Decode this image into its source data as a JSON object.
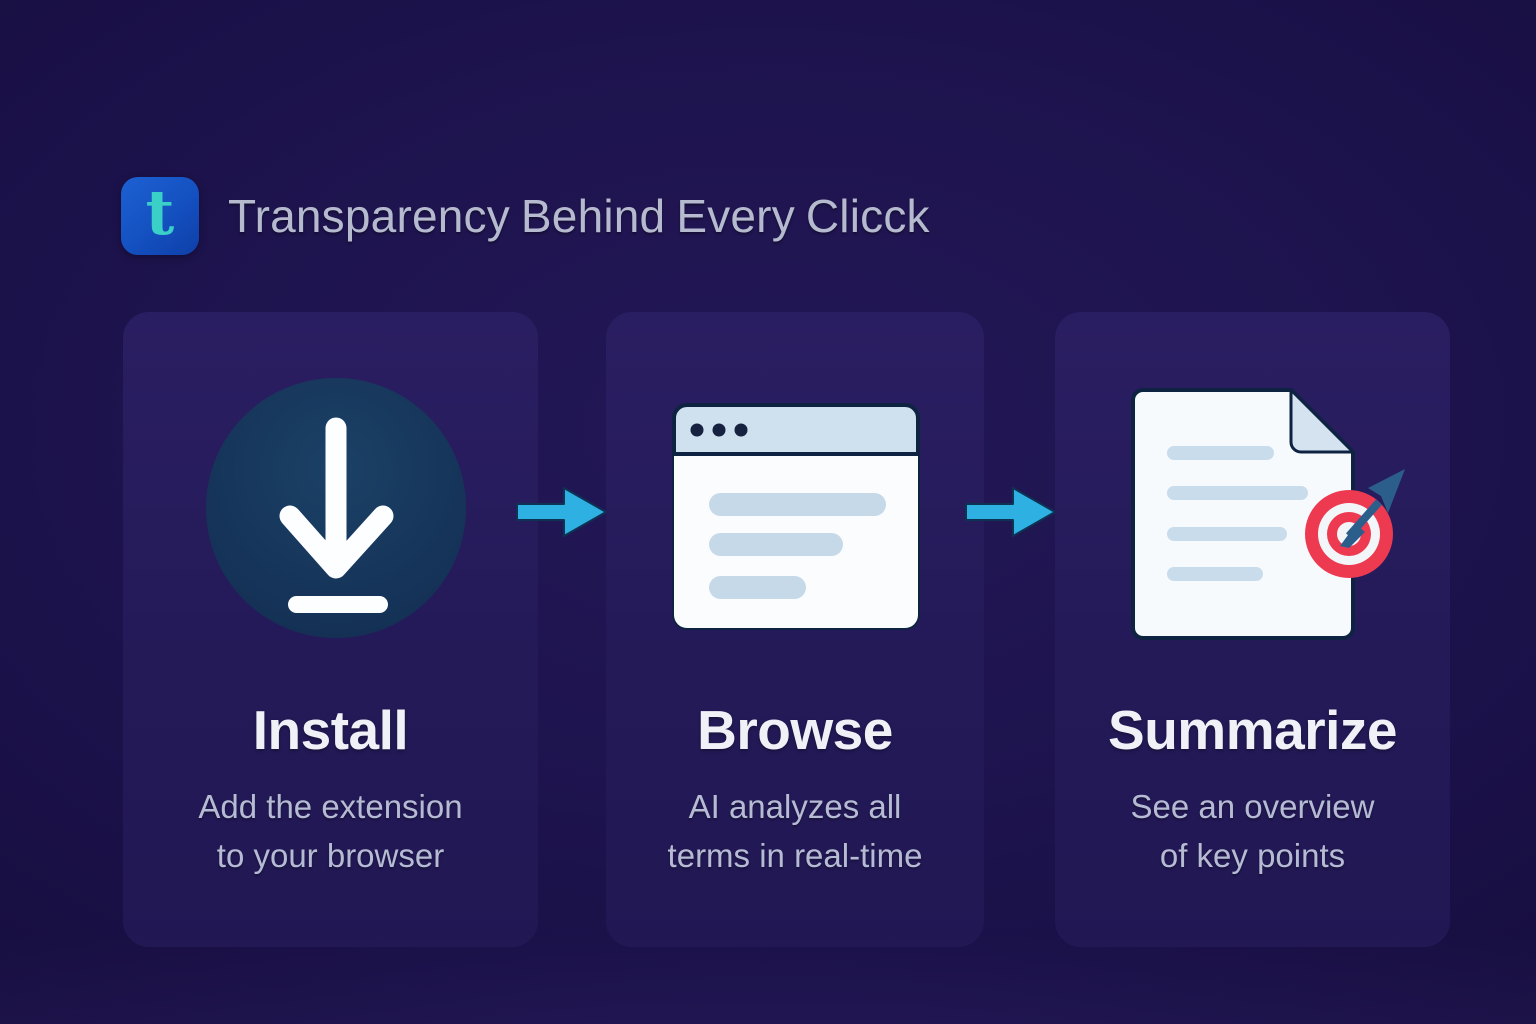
{
  "header": {
    "logo_letter": "t",
    "title": "Transparency Behind Every Clicck"
  },
  "steps": [
    {
      "title": "Install",
      "description": "Add the extension\nto your browser",
      "icon": "download-icon"
    },
    {
      "title": "Browse",
      "description": "AI analyzes all\nterms in real-time",
      "icon": "browser-window-icon"
    },
    {
      "title": "Summarize",
      "description": "See an overview\nof key points",
      "icon": "document-target-icon"
    }
  ],
  "connectors": [
    {
      "icon": "arrow-right-icon"
    },
    {
      "icon": "arrow-right-icon"
    }
  ],
  "colors": {
    "background": "#1b1149",
    "card": "#241a58",
    "accent_cyan": "#2fb0e2",
    "logo_blue": "#1450c0",
    "logo_teal": "#3ad0c8",
    "target_red": "#ee3a50",
    "dart_blue": "#2c5e8c",
    "icon_circle_blue": "#16345a",
    "header_title_text": "#b5bacf",
    "step_title_text": "#f0f1f7",
    "step_description_text": "#b6bbd4"
  }
}
